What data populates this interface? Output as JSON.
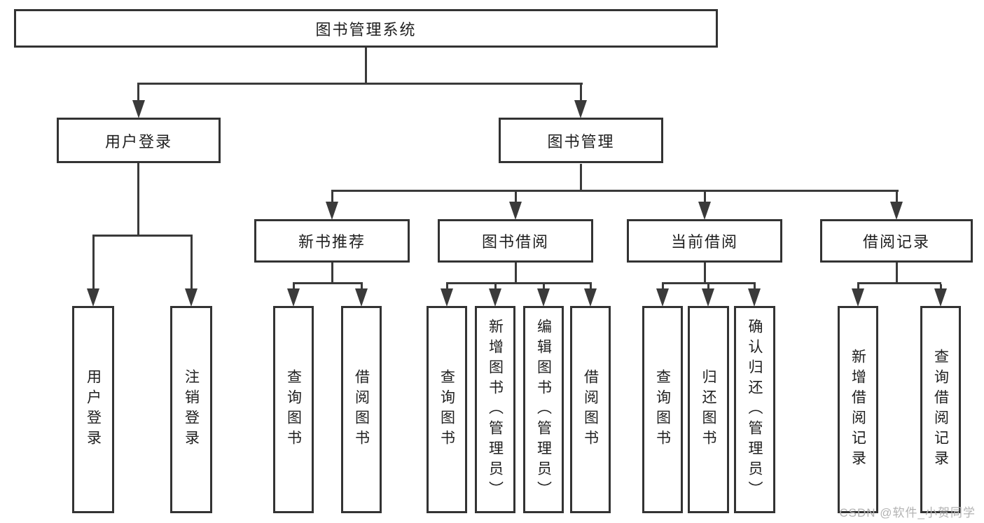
{
  "title": "图书管理系统",
  "watermark": "CSDN @软件_小贺同学",
  "colors": {
    "line": "#3a3a3a",
    "box_border": "#333333",
    "text": "#1f1f1f",
    "watermark": "#b3b3b3",
    "background": "#ffffff"
  },
  "nodes": {
    "root": "图书管理系统",
    "user_login": "用户登录",
    "book_mgmt": "图书管理",
    "new_book": "新书推荐",
    "book_borrow": "图书借阅",
    "current_borrow": "当前借阅",
    "borrow_records": "借阅记录",
    "leaf_login": "用户登录",
    "leaf_logout": "注销登录",
    "nb_query": "查询图书",
    "nb_borrow": "借阅图书",
    "bb_query": "查询图书",
    "bb_add": "新增图书（管理员）",
    "bb_edit": "编辑图书（管理员）",
    "bb_borrow": "借阅图书",
    "cb_query": "查询图书",
    "cb_return": "归还图书",
    "cb_confirm": "确认归还（管理员）",
    "br_add": "新增借阅记录",
    "br_query": "查询借阅记录"
  },
  "hierarchy": {
    "图书管理系统": {
      "用户登录": [
        "用户登录",
        "注销登录"
      ],
      "图书管理": {
        "新书推荐": [
          "查询图书",
          "借阅图书"
        ],
        "图书借阅": [
          "查询图书",
          "新增图书（管理员）",
          "编辑图书（管理员）",
          "借阅图书"
        ],
        "当前借阅": [
          "查询图书",
          "归还图书",
          "确认归还（管理员）"
        ],
        "借阅记录": [
          "新增借阅记录",
          "查询借阅记录"
        ]
      }
    }
  }
}
